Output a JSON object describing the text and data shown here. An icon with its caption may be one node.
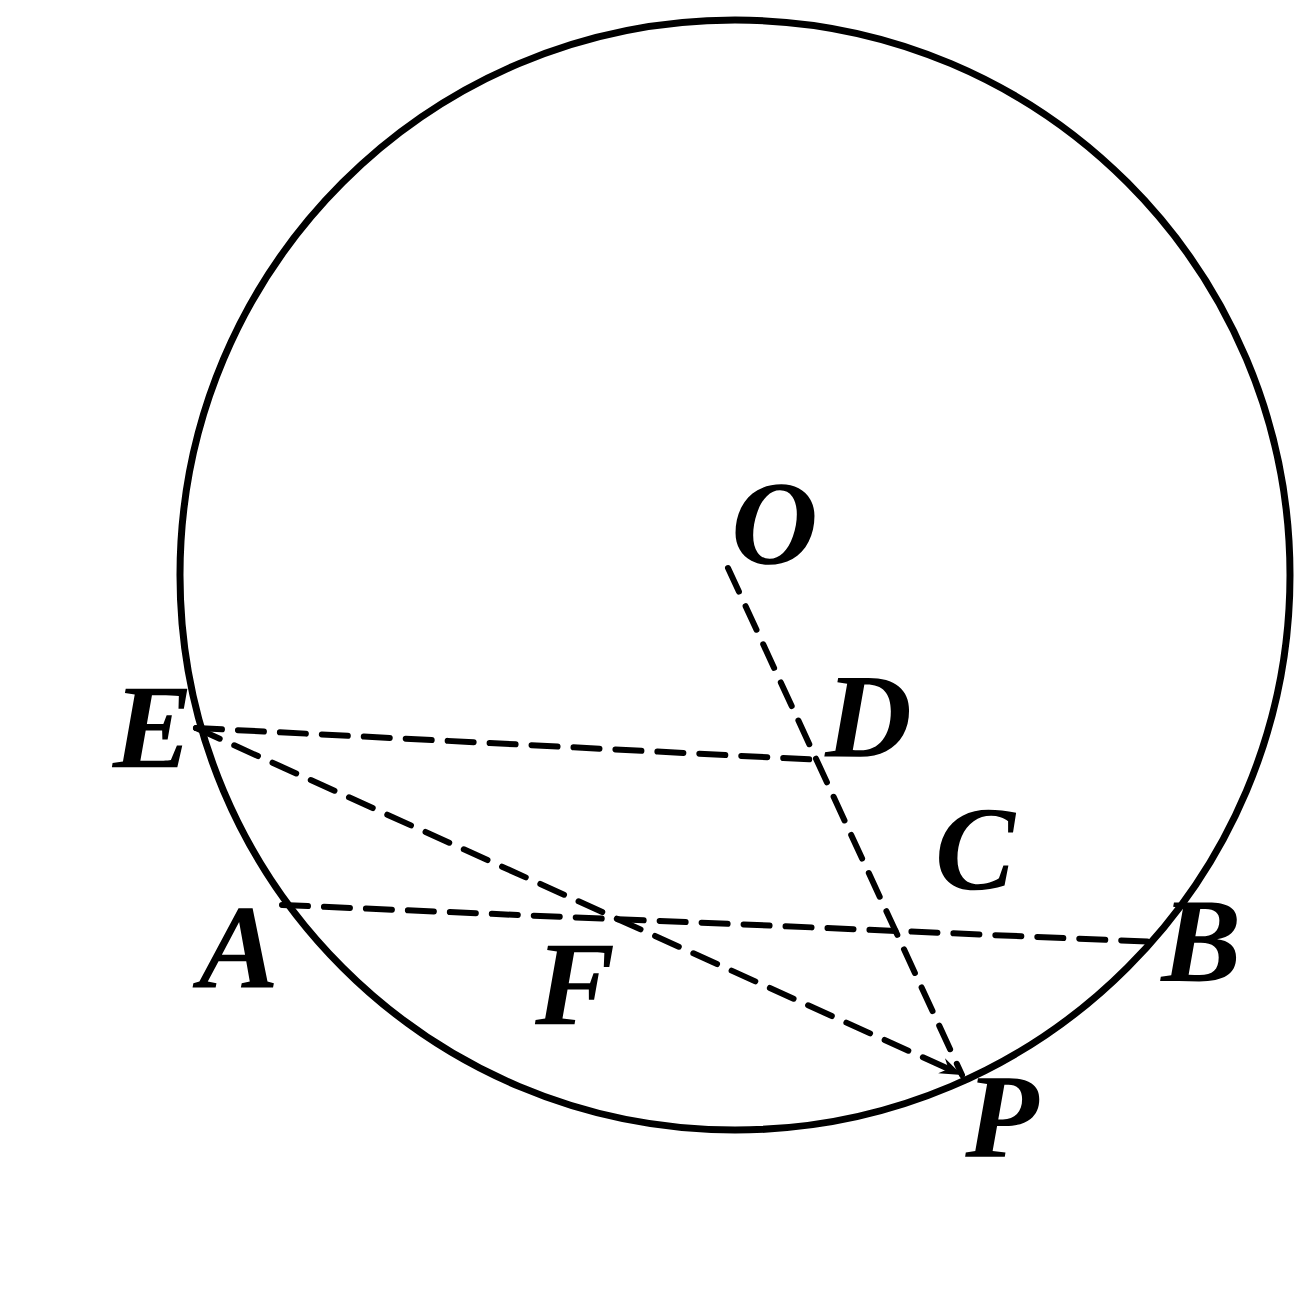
{
  "diagram": {
    "nodes": [
      {
        "text": [
          "O"
        ]
      },
      {
        "text": [
          "E"
        ]
      },
      {
        "text": [
          "D"
        ]
      },
      {
        "text": [
          "A"
        ]
      },
      {
        "text": [
          "B"
        ]
      },
      {
        "text": [
          "P"
        ]
      }
    ],
    "edges": [
      {
        "from": 1,
        "to": 2,
        "arrow": "none",
        "style": "dashed"
      },
      {
        "from": 1,
        "to": 5,
        "arrow": "to",
        "style": "dashed"
      },
      {
        "from": 3,
        "to": 4,
        "arrow": "none",
        "style": "dashed"
      },
      {
        "from": 0,
        "to": 5,
        "arrow": "none",
        "style": "dashed"
      }
    ],
    "labels": [
      "C",
      "F"
    ]
  }
}
